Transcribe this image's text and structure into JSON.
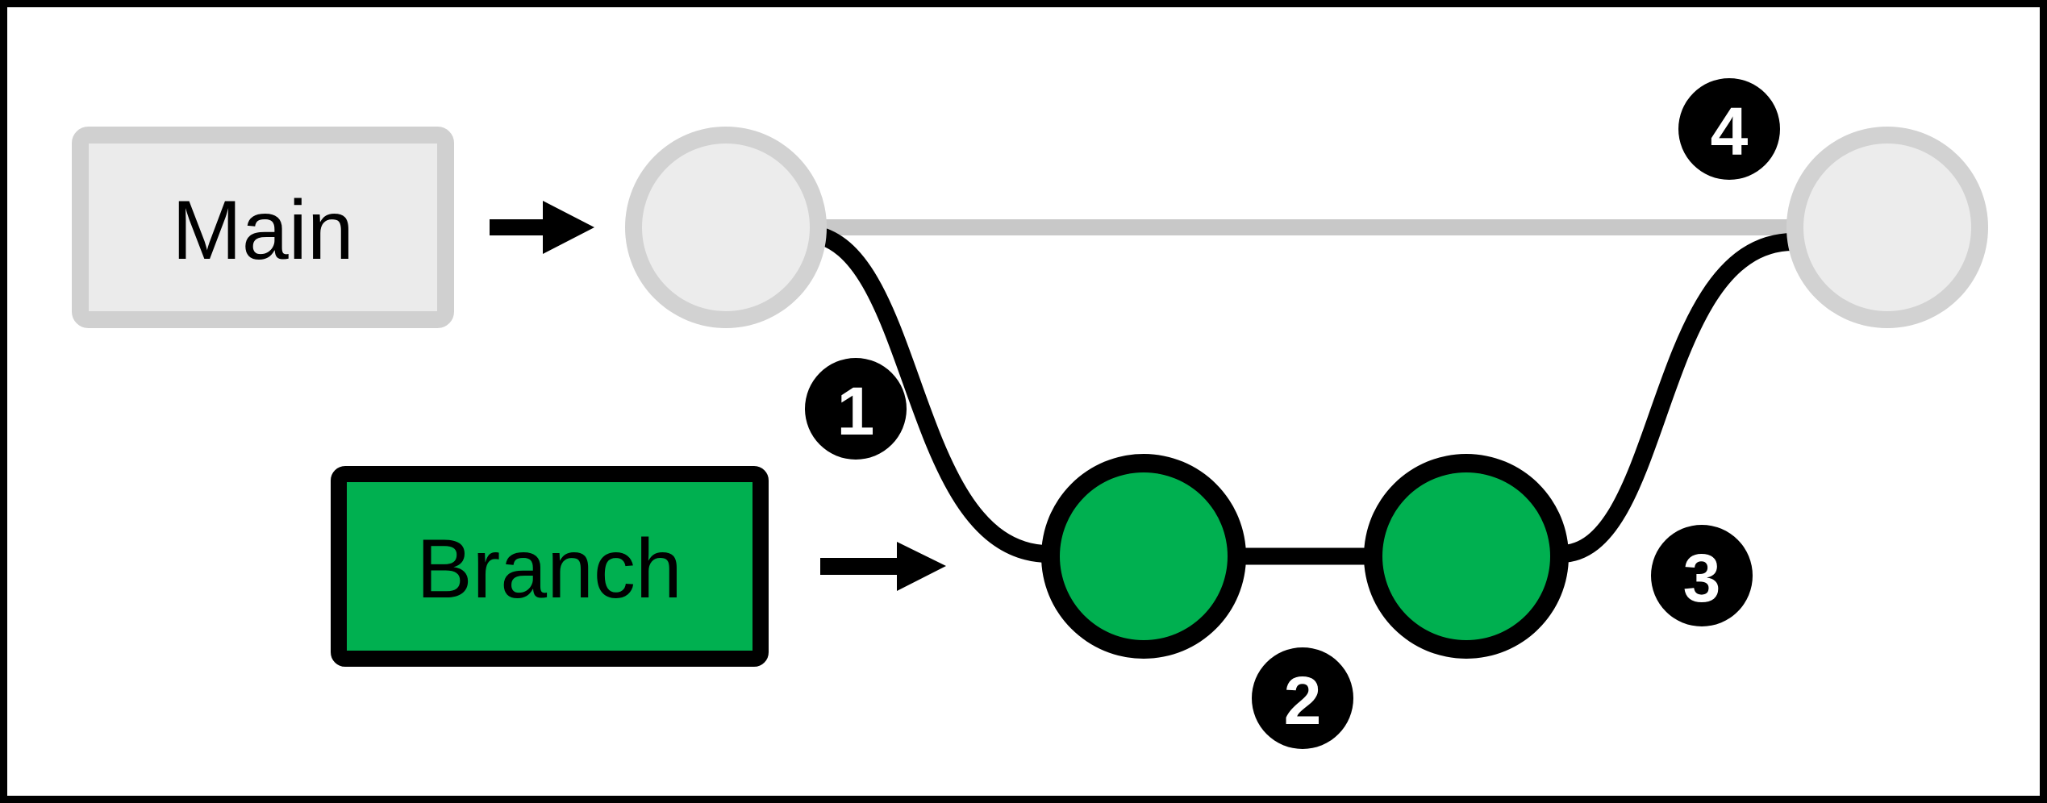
{
  "diagram": {
    "type": "git-branch-and-merge-flow",
    "labels": {
      "main": "Main",
      "branch": "Branch"
    },
    "badges": [
      "1",
      "2",
      "3",
      "4"
    ],
    "colors": {
      "background": "#ffffff",
      "frame_border": "#000000",
      "main_box_fill": "#ebebeb",
      "main_box_border": "#d0d0d0",
      "main_node_fill": "#ececec",
      "main_node_ring": "#d2d2d2",
      "main_line": "#c8c8c8",
      "branch_green": "#00b050",
      "black": "#000000",
      "badge_fill": "#000000",
      "badge_text": "#ffffff"
    }
  }
}
